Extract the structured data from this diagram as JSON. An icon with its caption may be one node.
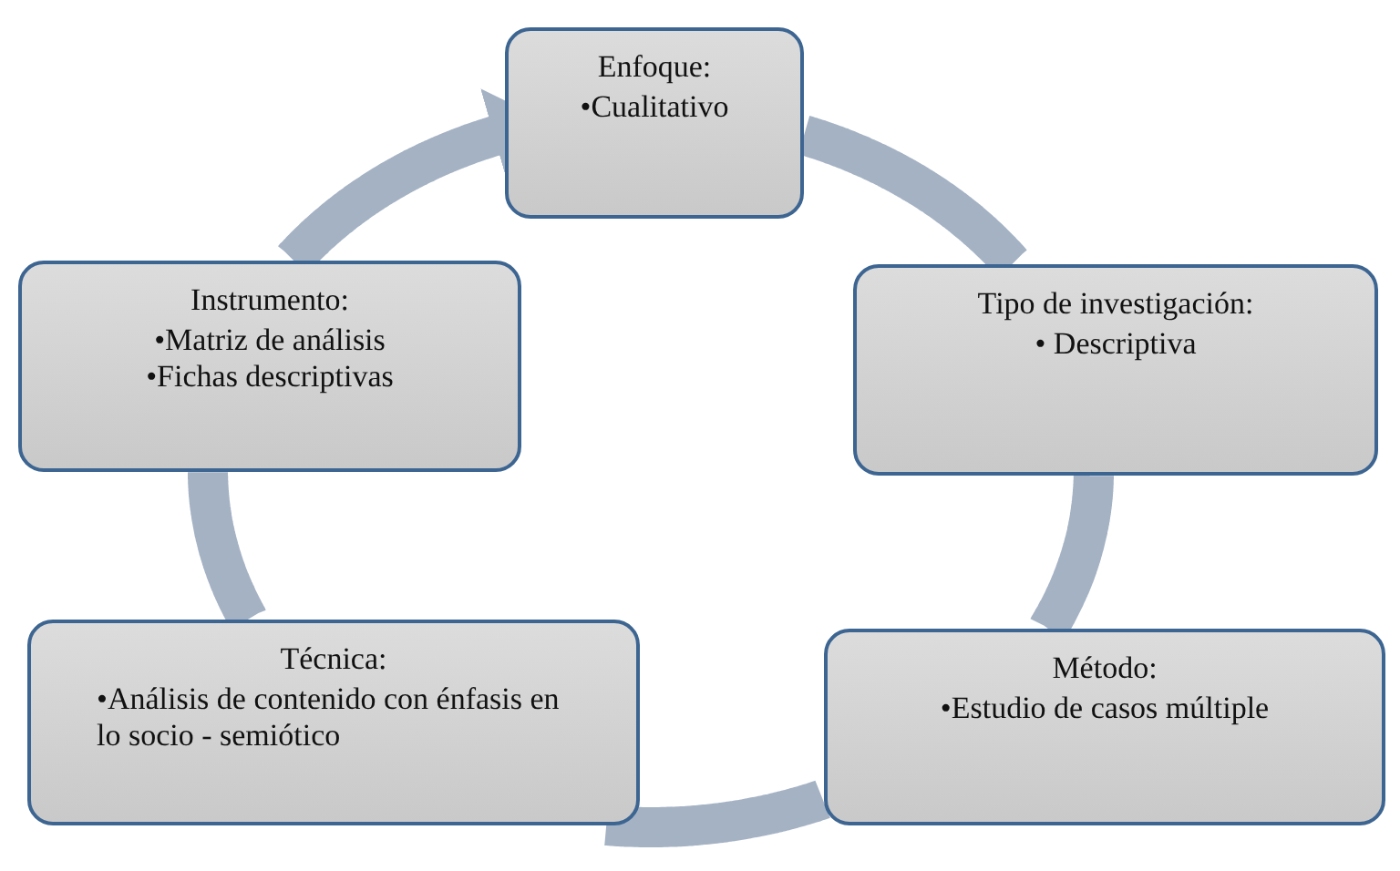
{
  "diagram": {
    "nodes": [
      {
        "text": [
          "Enfoque:",
          "•Cualitativo"
        ]
      },
      {
        "text": [
          "Tipo de investigación:",
          "• Descriptiva"
        ]
      },
      {
        "text": [
          "Método:",
          "•Estudio de casos múltiple"
        ]
      },
      {
        "text": [
          "Técnica:",
          "•Análisis de contenido con énfasis en lo socio - semiótico"
        ]
      },
      {
        "text": [
          "Instrumento:",
          "•Matriz de análisis",
          "•Fichas descriptivas"
        ]
      }
    ],
    "edges": [
      {
        "from": 0,
        "to": 1,
        "arrow": "none"
      },
      {
        "from": 1,
        "to": 2,
        "arrow": "none"
      },
      {
        "from": 2,
        "to": 3,
        "arrow": "none"
      },
      {
        "from": 3,
        "to": 4,
        "arrow": "none"
      },
      {
        "from": 4,
        "to": 0,
        "arrow": "to"
      }
    ]
  }
}
